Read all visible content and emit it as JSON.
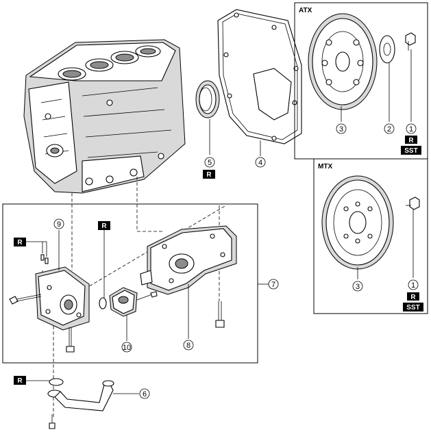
{
  "panels": {
    "atx": {
      "title": "ATX"
    },
    "mtx": {
      "title": "MTX"
    }
  },
  "tags": {
    "r": "R",
    "sst": "SST"
  },
  "callouts": {
    "c1_atx": "1",
    "c2_atx": "2",
    "c3_atx": "3",
    "c1_mtx": "1",
    "c3_mtx": "3",
    "c4": "4",
    "c5": "5",
    "c6": "6",
    "c7": "7",
    "c8": "8",
    "c9": "9",
    "c10": "10"
  }
}
